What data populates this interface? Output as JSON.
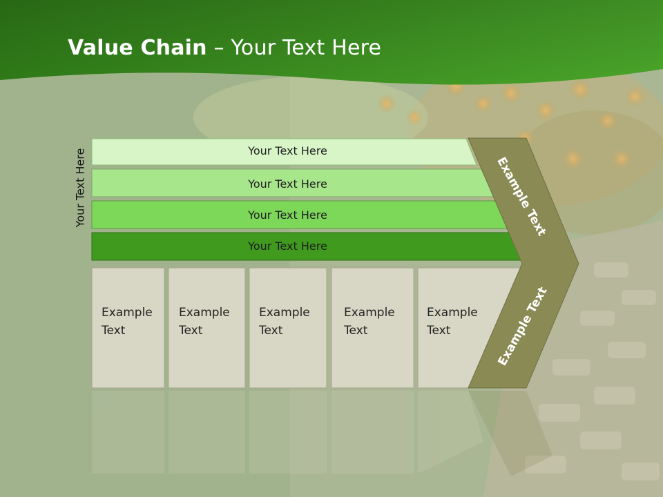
{
  "slide": {
    "title_bold": "Value Chain",
    "title_rest": " – Your Text Here",
    "vertical_label": "Your Text Here",
    "bars": [
      {
        "label": "Your Text Here"
      },
      {
        "label": "Your Text Here"
      },
      {
        "label": "Your Text Here"
      },
      {
        "label": "Your Text Here"
      }
    ],
    "boxes": [
      {
        "line1": "Example",
        "line2": "Text"
      },
      {
        "line1": "Example",
        "line2": "Text"
      },
      {
        "line1": "Example",
        "line2": "Text"
      },
      {
        "line1": "Example",
        "line2": "Text"
      },
      {
        "line1": "Example",
        "line2": "Text"
      }
    ],
    "chevron_top_label": "Example Text",
    "chevron_bottom_label": "Example Text"
  },
  "colors": {
    "header_green": "#3f8f1e",
    "bar_colors": [
      "#d8f5c8",
      "#a8e68c",
      "#7dd85a",
      "#3f9a1e"
    ],
    "box_fill": "#d8d6c4",
    "chevron_fill": "#8a8a55"
  }
}
